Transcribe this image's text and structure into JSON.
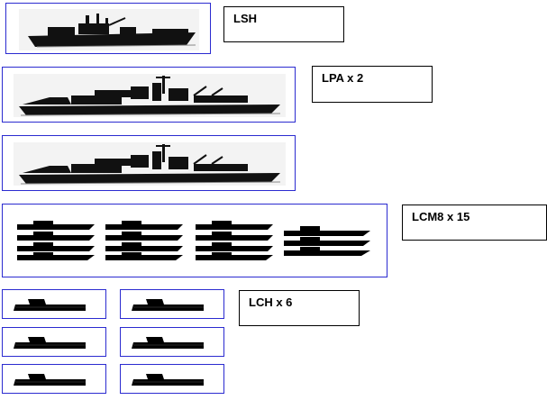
{
  "labels": {
    "lsh": "LSH",
    "lpa": "LPA x 2",
    "lcm8": "LCM8 x 15",
    "lch": "LCH x 6"
  },
  "colors": {
    "box_border": "#2b2bd0",
    "silhouette": "#000000"
  },
  "icons": {
    "lsh": "lsh-ship-silhouette-icon",
    "lpa": "lpa-ship-silhouette-icon",
    "lcm8": "lcm8-landing-craft-icon",
    "lch": "lch-landing-craft-icon"
  }
}
